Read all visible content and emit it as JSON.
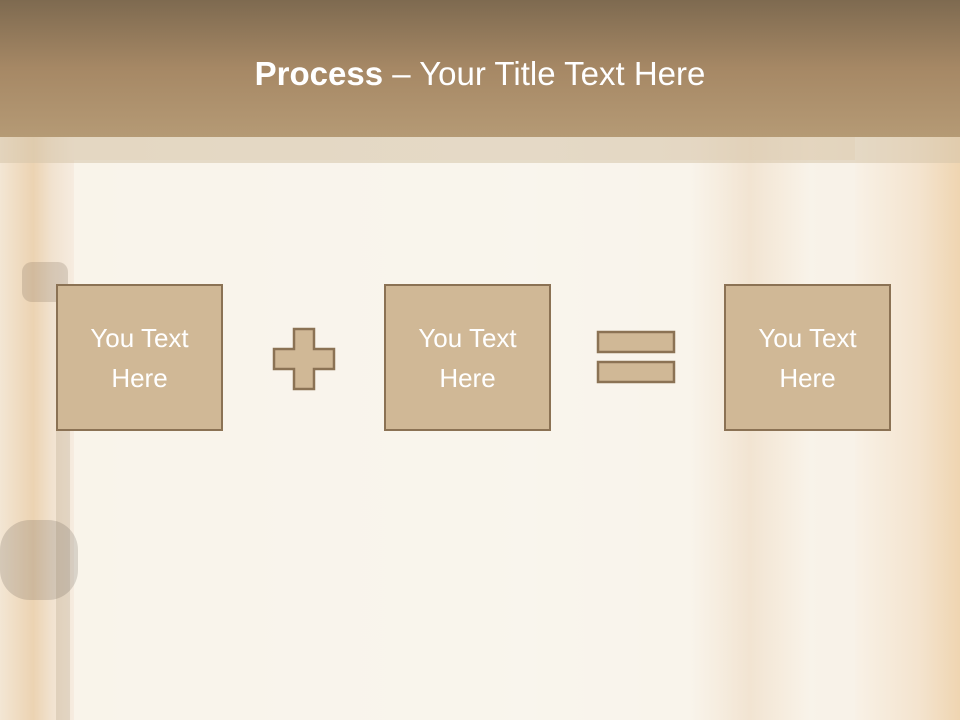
{
  "slide": {
    "title_bold": "Process",
    "title_rest": " – Your Title Text Here",
    "boxes": [
      {
        "text": "You Text Here"
      },
      {
        "text": "You Text Here"
      },
      {
        "text": "You Text Here"
      }
    ],
    "operators": [
      "plus-icon",
      "equals-icon"
    ]
  },
  "colors": {
    "header": "#a68865",
    "box_fill": "#d0b896",
    "box_border": "#8b7254",
    "text": "#ffffff"
  }
}
